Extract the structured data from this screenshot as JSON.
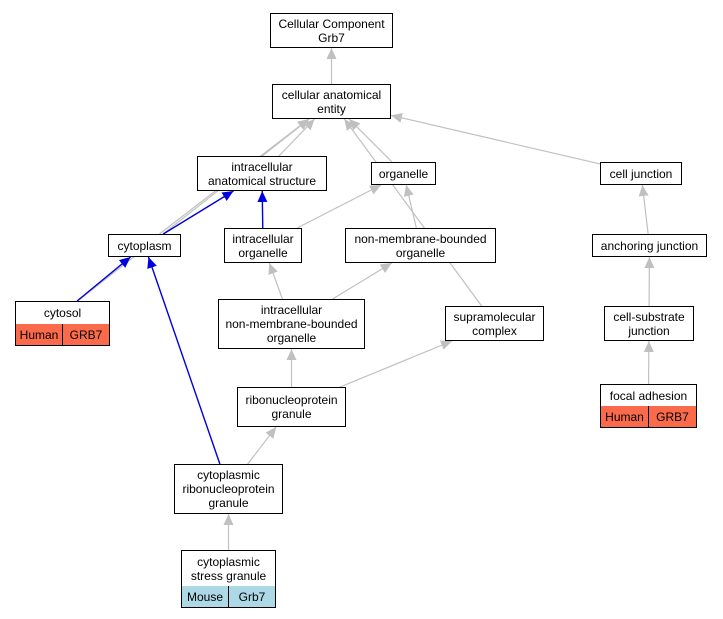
{
  "colors": {
    "edge_default": "#c0c0c0",
    "edge_highlight": "#0000dd",
    "human_annotation": "#fb6a4a",
    "mouse_annotation": "#add8e6",
    "node_border": "#000000"
  },
  "nodes": {
    "cellular_component_grb7": {
      "lines": [
        "Cellular Component",
        "Grb7"
      ]
    },
    "cellular_anatomical_entity": {
      "lines": [
        "cellular anatomical",
        "entity"
      ]
    },
    "intracellular_anatomical_structure": {
      "lines": [
        "intracellular",
        "anatomical structure"
      ]
    },
    "organelle": {
      "lines": [
        "organelle"
      ]
    },
    "cell_junction": {
      "lines": [
        "cell junction"
      ]
    },
    "cytoplasm": {
      "lines": [
        "cytoplasm"
      ]
    },
    "intracellular_organelle": {
      "lines": [
        "intracellular",
        "organelle"
      ]
    },
    "non_membrane_bounded_organelle": {
      "lines": [
        "non-membrane-bounded",
        "organelle"
      ]
    },
    "anchoring_junction": {
      "lines": [
        "anchoring junction"
      ]
    },
    "cytosol": {
      "lines": [
        "cytosol"
      ]
    },
    "intracellular_non_membrane_bounded_organelle": {
      "lines": [
        "intracellular",
        "non-membrane-bounded",
        "organelle"
      ]
    },
    "supramolecular_complex": {
      "lines": [
        "supramolecular",
        "complex"
      ]
    },
    "cell_substrate_junction": {
      "lines": [
        "cell-substrate",
        "junction"
      ]
    },
    "focal_adhesion": {
      "lines": [
        "focal adhesion"
      ]
    },
    "ribonucleoprotein_granule": {
      "lines": [
        "ribonucleoprotein",
        "granule"
      ]
    },
    "cytoplasmic_ribonucleoprotein_granule": {
      "lines": [
        "cytoplasmic",
        "ribonucleoprotein",
        "granule"
      ]
    },
    "cytoplasmic_stress_granule": {
      "lines": [
        "cytoplasmic",
        "stress granule"
      ]
    }
  },
  "annotations": {
    "cytosol": {
      "species": "Human",
      "gene": "GRB7"
    },
    "focal_adhesion": {
      "species": "Human",
      "gene": "GRB7"
    },
    "cytoplasmic_stress_granule": {
      "species": "Mouse",
      "gene": "Grb7"
    }
  },
  "edges": [
    {
      "from": "cellular_anatomical_entity",
      "to": "cellular_component_grb7",
      "highlight": false
    },
    {
      "from": "intracellular_anatomical_structure",
      "to": "cellular_anatomical_entity",
      "highlight": false
    },
    {
      "from": "organelle",
      "to": "cellular_anatomical_entity",
      "highlight": false
    },
    {
      "from": "cell_junction",
      "to": "cellular_anatomical_entity",
      "highlight": false
    },
    {
      "from": "cytosol",
      "to": "cellular_anatomical_entity",
      "highlight": false
    },
    {
      "from": "cytoplasm",
      "to": "cellular_anatomical_entity",
      "highlight": false
    },
    {
      "from": "supramolecular_complex",
      "to": "cellular_anatomical_entity",
      "highlight": false
    },
    {
      "from": "cytoplasm",
      "to": "intracellular_anatomical_structure",
      "highlight": true
    },
    {
      "from": "intracellular_organelle",
      "to": "intracellular_anatomical_structure",
      "highlight": true
    },
    {
      "from": "intracellular_organelle",
      "to": "organelle",
      "highlight": false
    },
    {
      "from": "non_membrane_bounded_organelle",
      "to": "organelle",
      "highlight": false
    },
    {
      "from": "anchoring_junction",
      "to": "cell_junction",
      "highlight": false
    },
    {
      "from": "cytosol",
      "to": "cytoplasm",
      "highlight": true
    },
    {
      "from": "cytoplasmic_ribonucleoprotein_granule",
      "to": "cytoplasm",
      "highlight": true
    },
    {
      "from": "intracellular_non_membrane_bounded_organelle",
      "to": "intracellular_organelle",
      "highlight": false
    },
    {
      "from": "intracellular_non_membrane_bounded_organelle",
      "to": "non_membrane_bounded_organelle",
      "highlight": false
    },
    {
      "from": "cell_substrate_junction",
      "to": "anchoring_junction",
      "highlight": false
    },
    {
      "from": "focal_adhesion",
      "to": "cell_substrate_junction",
      "highlight": false
    },
    {
      "from": "ribonucleoprotein_granule",
      "to": "intracellular_non_membrane_bounded_organelle",
      "highlight": false
    },
    {
      "from": "ribonucleoprotein_granule",
      "to": "supramolecular_complex",
      "highlight": false
    },
    {
      "from": "cytoplasmic_ribonucleoprotein_granule",
      "to": "ribonucleoprotein_granule",
      "highlight": false
    },
    {
      "from": "cytoplasmic_stress_granule",
      "to": "cytoplasmic_ribonucleoprotein_granule",
      "highlight": false
    }
  ]
}
